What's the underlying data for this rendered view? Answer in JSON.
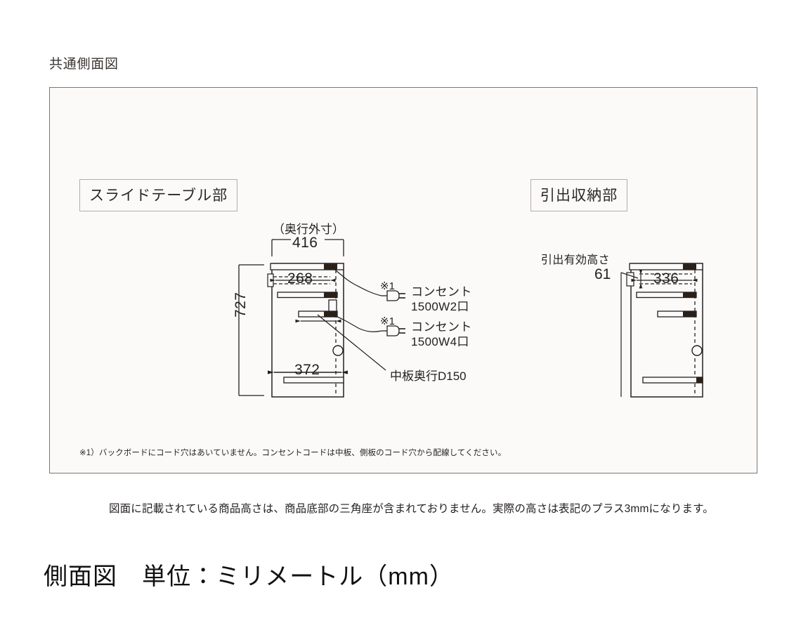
{
  "section_title": "共通側面図",
  "panels": {
    "left_heading": "スライドテーブル部",
    "right_heading": "引出収納部"
  },
  "left_drawing": {
    "depth_caption": "（奥行外寸）",
    "depth_outer": "416",
    "slide_table_depth": "268",
    "bottom_depth": "372",
    "height": "727",
    "middle_board_note": "中板奥行D150"
  },
  "right_drawing": {
    "drawer_height_label": "引出有効高さ",
    "drawer_height_value": "61",
    "inner_depth": "336"
  },
  "outlet_annotations": [
    {
      "mark": "※1",
      "line1": "コンセント",
      "line2": "1500W2口"
    },
    {
      "mark": "※1",
      "line1": "コンセント",
      "line2": "1500W4口"
    }
  ],
  "frame_footnote": "※1）バックボードにコード穴はあいていません。コンセントコードは中板、側板のコード穴から配線してください。",
  "under_note": "図面に記載されている商品高さは、商品底部の三角座が含まれておりません。実際の高さは表記のプラス3mmになります。",
  "bottom_heading": "側面図　単位：ミリメートル（mm）",
  "colors": {
    "frame_border": "#7c7672",
    "line": "#231f20",
    "cap_dark": "#2b2018",
    "background": "#ffffff",
    "panel_background": "#fbfaf9"
  }
}
